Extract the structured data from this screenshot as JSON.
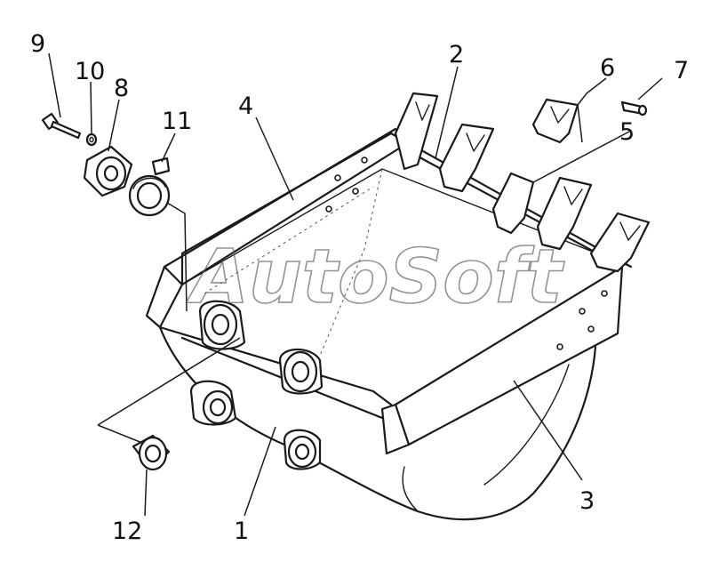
{
  "watermark": "AutoSoft",
  "callouts": [
    {
      "id": "1",
      "label": "1"
    },
    {
      "id": "2",
      "label": "2"
    },
    {
      "id": "3",
      "label": "3"
    },
    {
      "id": "4",
      "label": "4"
    },
    {
      "id": "5",
      "label": "5"
    },
    {
      "id": "6",
      "label": "6"
    },
    {
      "id": "7",
      "label": "7"
    },
    {
      "id": "8",
      "label": "8"
    },
    {
      "id": "9",
      "label": "9"
    },
    {
      "id": "10",
      "label": "10"
    },
    {
      "id": "11",
      "label": "11"
    },
    {
      "id": "12",
      "label": "12"
    }
  ],
  "colors": {
    "ink": "#1a1a1a",
    "background": "#ffffff",
    "watermark": "#666666"
  }
}
